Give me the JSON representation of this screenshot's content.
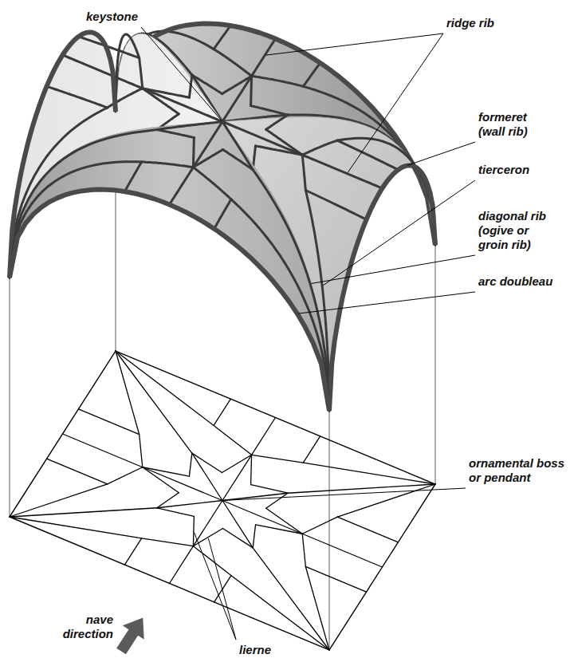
{
  "diagram": {
    "labels": [
      "keystone",
      "ridge rib",
      "formeret (wall rib)",
      "tierceron",
      "diagonal rib (ogive or groin rib)",
      "arc doubleau",
      "ornamental boss or pendant",
      "lierne",
      "nave direction"
    ]
  }
}
